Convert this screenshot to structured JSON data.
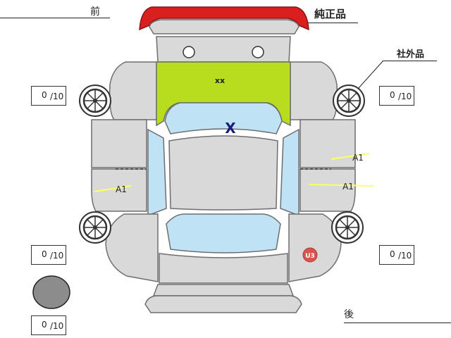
{
  "header": {
    "front_label": "前",
    "rear_label": "後",
    "genuine_label": "純正品",
    "aftermarket_label": "社外品"
  },
  "tread_gauges": [
    {
      "position": "front-left",
      "value": "0",
      "unit": "/10"
    },
    {
      "position": "front-right",
      "value": "0",
      "unit": "/10"
    },
    {
      "position": "rear-left",
      "value": "0",
      "unit": "/10"
    },
    {
      "position": "rear-right",
      "value": "0",
      "unit": "/10"
    },
    {
      "position": "spare",
      "value": "0",
      "unit": "/10"
    }
  ],
  "damage_marks": [
    {
      "code": "XX",
      "area": "hood",
      "text": "xx"
    },
    {
      "code": "X",
      "area": "windshield",
      "text": "X"
    },
    {
      "code": "A1",
      "area": "left-rear-door",
      "text": "A1"
    },
    {
      "code": "A1",
      "area": "right-front-door",
      "text": "A1"
    },
    {
      "code": "A1",
      "area": "right-rear-door",
      "text": "A1"
    },
    {
      "code": "U3",
      "area": "rear-right-quarter",
      "text": "U3"
    }
  ],
  "colors": {
    "body_gray": "#d9d9d9",
    "outline": "#6e6e6e",
    "glass": "#bfe3f5",
    "hood_highlight": "#b8dc1e",
    "bumper_red": "#d9201f",
    "damage_line_yellow": "#ffff66",
    "mark_navy": "#1a1a7a",
    "badge_red": "#d9534f",
    "spare_gray": "#8c8c8c"
  }
}
